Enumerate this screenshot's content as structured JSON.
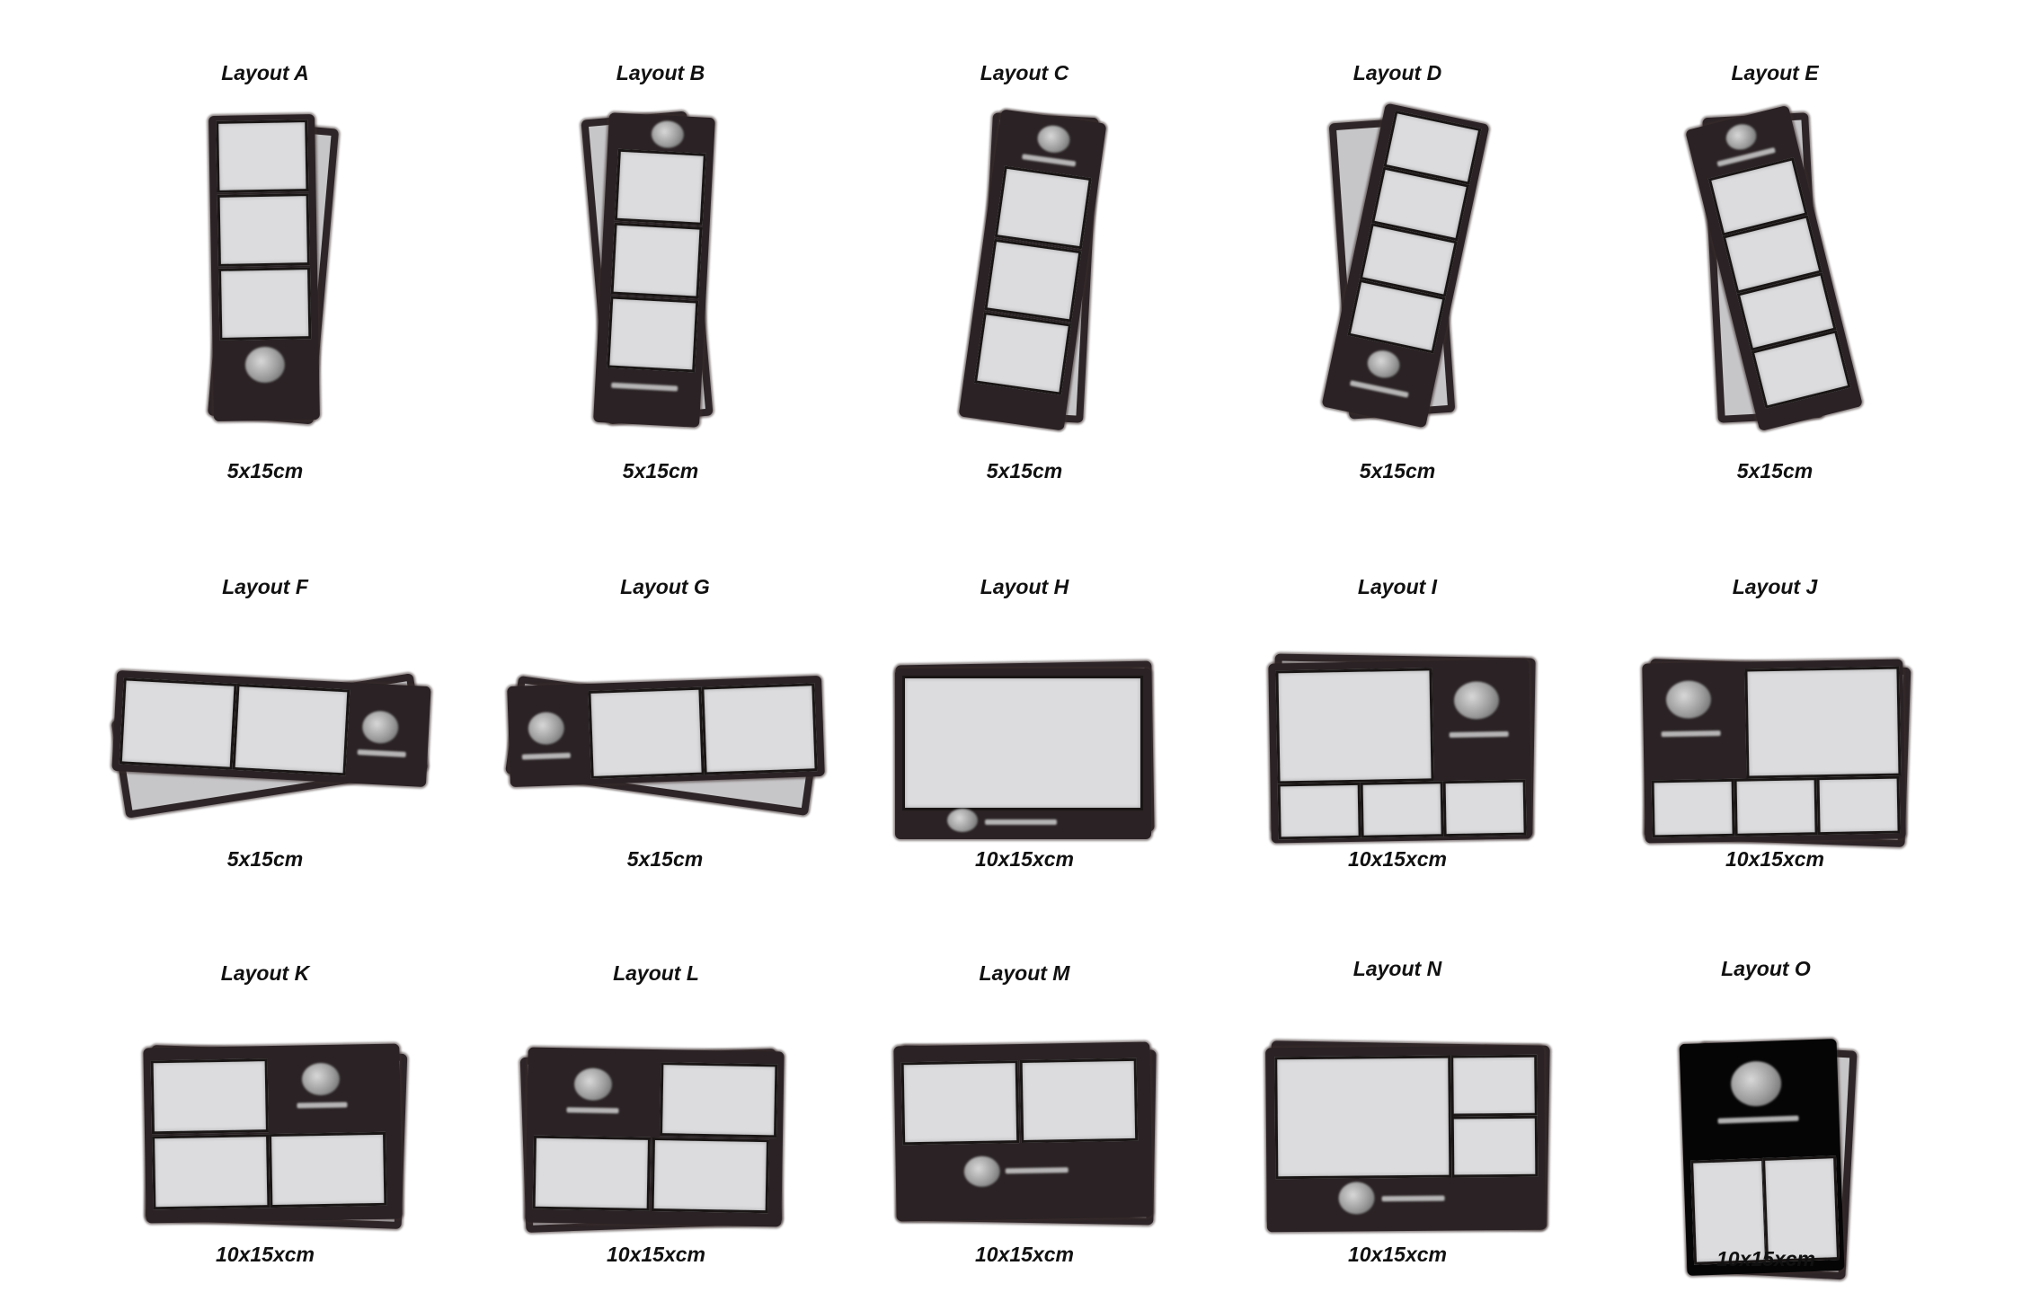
{
  "layouts": [
    {
      "title": "Layout A",
      "size": "5x15cm"
    },
    {
      "title": "Layout B",
      "size": "5x15cm"
    },
    {
      "title": "Layout C",
      "size": "5x15cm"
    },
    {
      "title": "Layout D",
      "size": "5x15cm"
    },
    {
      "title": "Layout E",
      "size": "5x15cm"
    },
    {
      "title": "Layout F",
      "size": "5x15cm"
    },
    {
      "title": "Layout G",
      "size": "5x15cm"
    },
    {
      "title": "Layout H",
      "size": "10x15xcm"
    },
    {
      "title": "Layout I",
      "size": "10x15xcm"
    },
    {
      "title": "Layout J",
      "size": "10x15xcm"
    },
    {
      "title": "Layout K",
      "size": "10x15xcm"
    },
    {
      "title": "Layout L",
      "size": "10x15xcm"
    },
    {
      "title": "Layout M",
      "size": "10x15xcm"
    },
    {
      "title": "Layout N",
      "size": "10x15xcm"
    },
    {
      "title": "Layout O",
      "size": "10x15xcm"
    }
  ],
  "colors": {
    "strip": "#2a2224",
    "photo": "#dcdcde",
    "background": "#ffffff"
  }
}
